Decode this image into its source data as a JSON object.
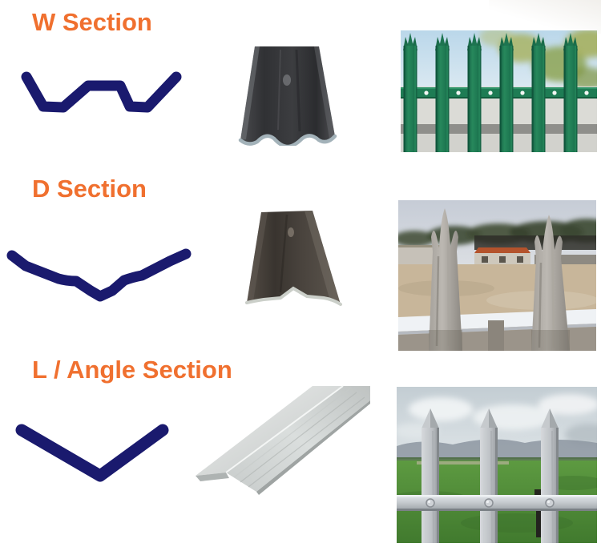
{
  "page": {
    "title": "Palisade fence pale section types",
    "background": "#ffffff"
  },
  "colors": {
    "heading_orange": "#f0702f",
    "profile_navy": "#1a1a6e",
    "fence_green": "#1e7c54",
    "steel_dark": "#3a3b3e",
    "galvanized_gray": "#c3c7ca",
    "angle_silver": "#d6dad9"
  },
  "sections": [
    {
      "label": "W Section",
      "profile_icon": "w-section-profile-icon",
      "product_photo_alt": "black steel W section pale end view",
      "fence_photo_alt": "green W section palisade fence against sky and wall"
    },
    {
      "label": "D Section",
      "profile_icon": "d-section-profile-icon",
      "product_photo_alt": "dark steel D section pale end view",
      "fence_photo_alt": "galvanized D section pales close-up in factory yard"
    },
    {
      "label": "L / Angle Section",
      "profile_icon": "angle-section-profile-icon",
      "product_photo_alt": "silver steel angle bar",
      "fence_photo_alt": "galvanized angle section palisade fence in green field"
    }
  ]
}
